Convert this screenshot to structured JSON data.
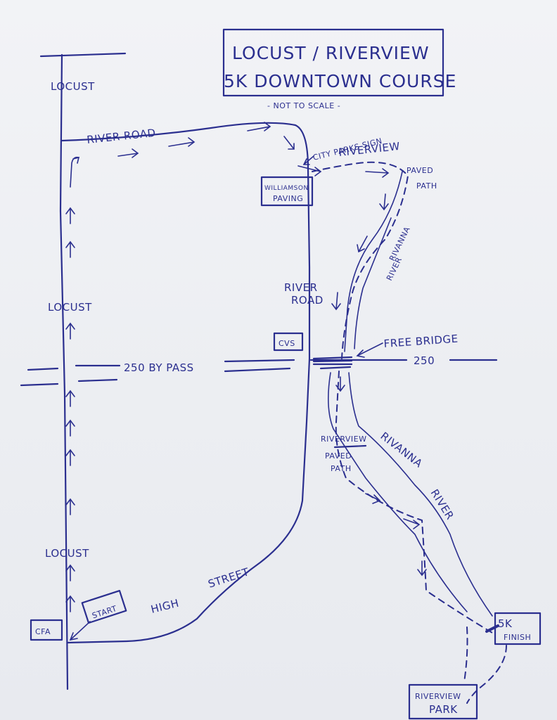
{
  "title": {
    "line1": "LOCUST / RIVERVIEW",
    "line2": "5K DOWNTOWN COURSE",
    "note": "- NOT TO SCALE -"
  },
  "streets": {
    "locust_top": "LOCUST",
    "locust_mid": "LOCUST",
    "locust_bottom": "LOCUST",
    "river_road_top": "RIVER ROAD",
    "river_road_side_1": "RIVER",
    "river_road_side_2": "ROAD",
    "bypass_west": "250 BY PASS",
    "bypass_east": "250",
    "high": "HIGH",
    "street": "STREET"
  },
  "landmarks": {
    "cfa": "CFA",
    "start": "START",
    "cvs": "CVS",
    "williamson_1": "WILLIAMSON",
    "williamson_2": "PAVING",
    "city_parks_sign": "CITY PARKS SIGN",
    "riverview_top": "RIVERVIEW",
    "paved_path_1": "PAVED",
    "paved_path_2": "PATH",
    "rivanna_river_1": "RIVANNA",
    "rivanna_river_2": "RIVER",
    "free_bridge": "FREE BRIDGE",
    "riverview_bottom": "RIVERVIEW",
    "paved_path_bottom_1": "PAVED",
    "paved_path_bottom_2": "PATH",
    "rivanna_lower": "RIVANNA",
    "river_lower": "RIVER",
    "finish_1": "5K",
    "finish_2": "FINISH",
    "riverview_park_1": "RIVERVIEW",
    "riverview_park_2": "PARK"
  },
  "colors": {
    "ink": "#2b2f8f",
    "paper": "#eef0f3"
  }
}
